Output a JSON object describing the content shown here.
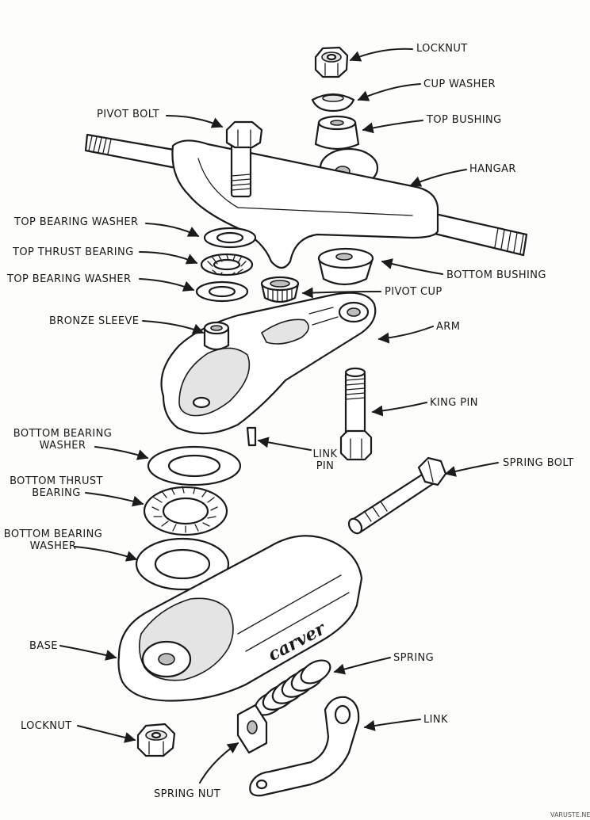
{
  "labels": {
    "locknut_top": "LOCKNUT",
    "cup_washer": "CUP WASHER",
    "top_bushing": "TOP BUSHING",
    "pivot_bolt": "PIVOT BOLT",
    "hangar": "HANGAR",
    "top_bearing_washer_1": "TOP BEARING WASHER",
    "top_thrust_bearing": "TOP THRUST BEARING",
    "top_bearing_washer_2": "TOP BEARING WASHER",
    "bottom_bushing": "BOTTOM BUSHING",
    "pivot_cup": "PIVOT CUP",
    "bronze_sleeve": "BRONZE SLEEVE",
    "arm": "ARM",
    "king_pin": "KING PIN",
    "bottom_bearing_washer_1_line1": "BOTTOM BEARING",
    "bottom_bearing_washer_1_line2": "WASHER",
    "link_pin_line1": "LINK",
    "link_pin_line2": "PIN",
    "spring_bolt": "SPRING BOLT",
    "bottom_thrust_bearing_line1": "BOTTOM THRUST",
    "bottom_thrust_bearing_line2": "BEARING",
    "bottom_bearing_washer_2_line1": "BOTTOM BEARING",
    "bottom_bearing_washer_2_line2": "WASHER",
    "base": "BASE",
    "spring": "SPRING",
    "link": "LINK",
    "locknut_bottom": "LOCKNUT",
    "spring_nut": "SPRING NUT"
  },
  "brand_text": "carver",
  "watermark": "VARUSTE.NET"
}
